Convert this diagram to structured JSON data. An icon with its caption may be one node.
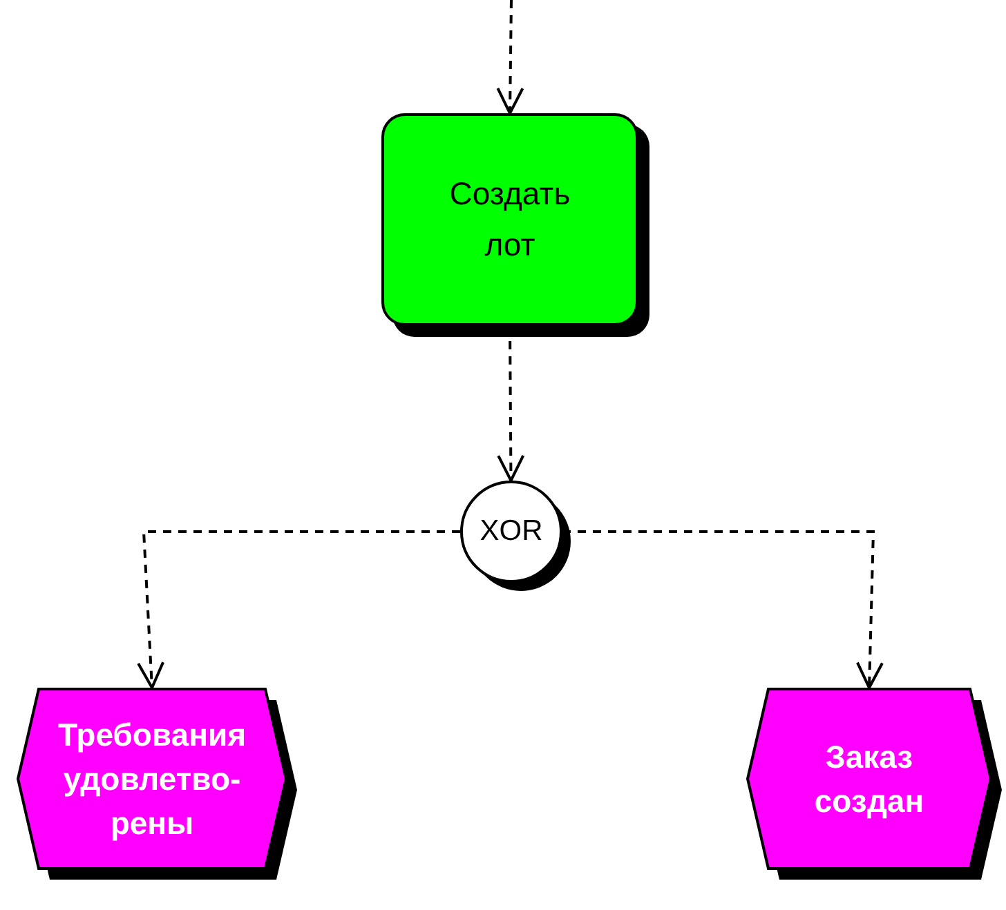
{
  "diagram": {
    "nodes": [
      {
        "text": [
          "Создать лот"
        ]
      },
      {
        "text": [
          "XOR"
        ]
      },
      {
        "text": [
          "Требования удовлетво-рены"
        ]
      },
      {
        "text": [
          "Заказ создан"
        ]
      }
    ],
    "edges": [
      {
        "from": null,
        "to": 0,
        "arrow": "to",
        "style": "dashed"
      },
      {
        "from": 0,
        "to": 1,
        "arrow": "to",
        "style": "dashed"
      },
      {
        "from": 1,
        "to": 2,
        "arrow": "to",
        "style": "dashed"
      },
      {
        "from": 1,
        "to": 3,
        "arrow": "to",
        "style": "dashed"
      }
    ]
  }
}
